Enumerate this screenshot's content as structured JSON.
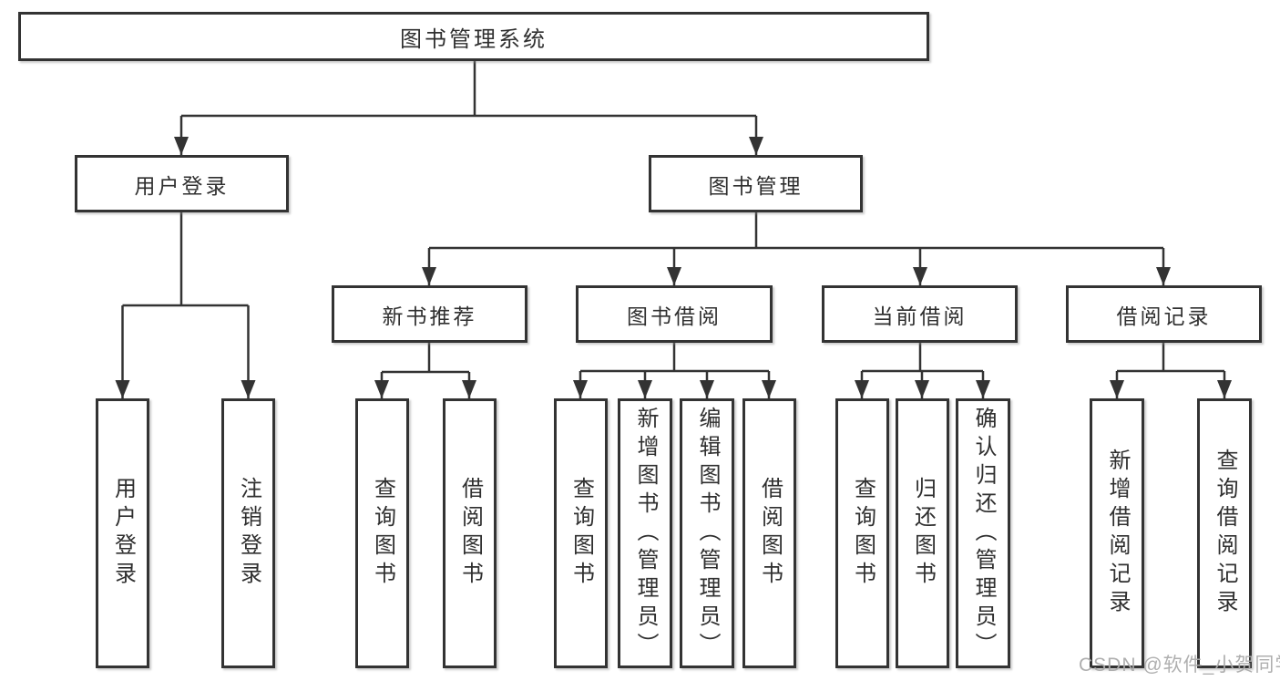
{
  "root": {
    "label": "图书管理系统"
  },
  "branches": {
    "user_login": {
      "label": "用户登录",
      "children": [
        "用户登录",
        "注销登录"
      ]
    },
    "book_mgmt": {
      "label": "图书管理"
    }
  },
  "sections": [
    {
      "label": "新书推荐",
      "children": [
        "查询图书",
        "借阅图书"
      ]
    },
    {
      "label": "图书借阅",
      "children": [
        "查询图书",
        "新增图书（管理员）",
        "编辑图书（管理员）",
        "借阅图书"
      ]
    },
    {
      "label": "当前借阅",
      "children": [
        "查询图书",
        "归还图书",
        "确认归还（管理员）"
      ]
    },
    {
      "label": "借阅记录",
      "children": [
        "新增借阅记录",
        "查询借阅记录"
      ]
    }
  ],
  "watermark": "CSDN @软件_小贺同学",
  "colors": {
    "line": "#333333",
    "text": "#2f2f2f",
    "box_bg": "#ffffff",
    "watermark": "#ababab"
  }
}
